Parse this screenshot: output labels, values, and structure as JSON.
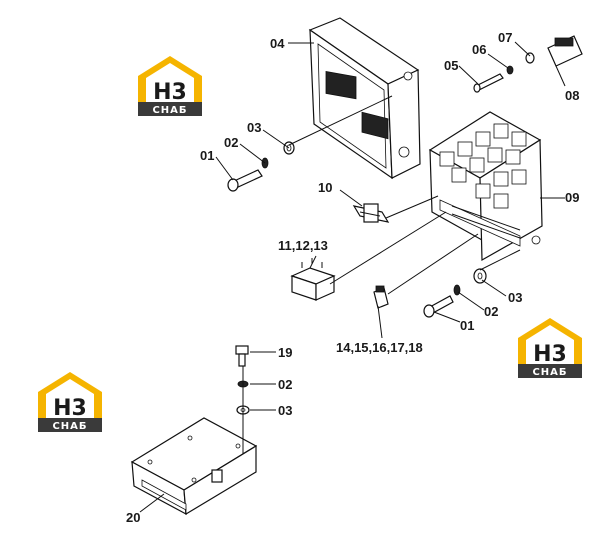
{
  "logo": {
    "top_text": "H3",
    "bottom_text": "CHAБ",
    "colors": {
      "roof": "#f5b400",
      "dark": "#2b2b2b",
      "band": "#3a3a3a"
    }
  },
  "part_labels": {
    "p04": "04",
    "p03a": "03",
    "p02a": "02",
    "p01a": "01",
    "p07": "07",
    "p06": "06",
    "p05": "05",
    "p08": "08",
    "p09": "09",
    "p10": "10",
    "p11": "11,12,13",
    "p03b": "03",
    "p02b": "02",
    "p01b": "01",
    "p14": "14,15,16,17,18",
    "p19": "19",
    "p02c": "02",
    "p03c": "03",
    "p20": "20"
  }
}
